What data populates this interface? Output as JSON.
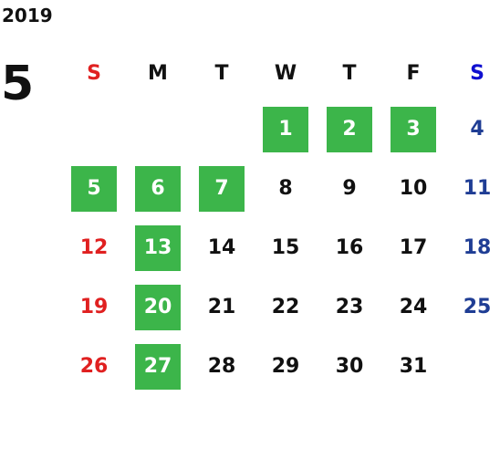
{
  "year": "2019",
  "month": "5",
  "weekdays": [
    "S",
    "M",
    "T",
    "W",
    "T",
    "F",
    "S"
  ],
  "days": [
    {
      "label": "1",
      "highlighted": true
    },
    {
      "label": "2",
      "highlighted": true
    },
    {
      "label": "3",
      "highlighted": true
    },
    {
      "label": "4",
      "highlighted": false
    },
    {
      "label": "5",
      "highlighted": true
    },
    {
      "label": "6",
      "highlighted": true
    },
    {
      "label": "7",
      "highlighted": true
    },
    {
      "label": "8",
      "highlighted": false
    },
    {
      "label": "9",
      "highlighted": false
    },
    {
      "label": "10",
      "highlighted": false
    },
    {
      "label": "11",
      "highlighted": false
    },
    {
      "label": "12",
      "highlighted": false
    },
    {
      "label": "13",
      "highlighted": true
    },
    {
      "label": "14",
      "highlighted": false
    },
    {
      "label": "15",
      "highlighted": false
    },
    {
      "label": "16",
      "highlighted": false
    },
    {
      "label": "17",
      "highlighted": false
    },
    {
      "label": "18",
      "highlighted": false
    },
    {
      "label": "19",
      "highlighted": false
    },
    {
      "label": "20",
      "highlighted": true
    },
    {
      "label": "21",
      "highlighted": false
    },
    {
      "label": "22",
      "highlighted": false
    },
    {
      "label": "23",
      "highlighted": false
    },
    {
      "label": "24",
      "highlighted": false
    },
    {
      "label": "25",
      "highlighted": false
    },
    {
      "label": "26",
      "highlighted": false
    },
    {
      "label": "27",
      "highlighted": true
    },
    {
      "label": "28",
      "highlighted": false
    },
    {
      "label": "29",
      "highlighted": false
    },
    {
      "label": "30",
      "highlighted": false
    },
    {
      "label": "31",
      "highlighted": false
    }
  ],
  "colors": {
    "highlight": "#3cb54a",
    "sunday": "#e02020",
    "saturday_header": "#1010d0",
    "saturday": "#1f3d94",
    "text": "#111111"
  }
}
